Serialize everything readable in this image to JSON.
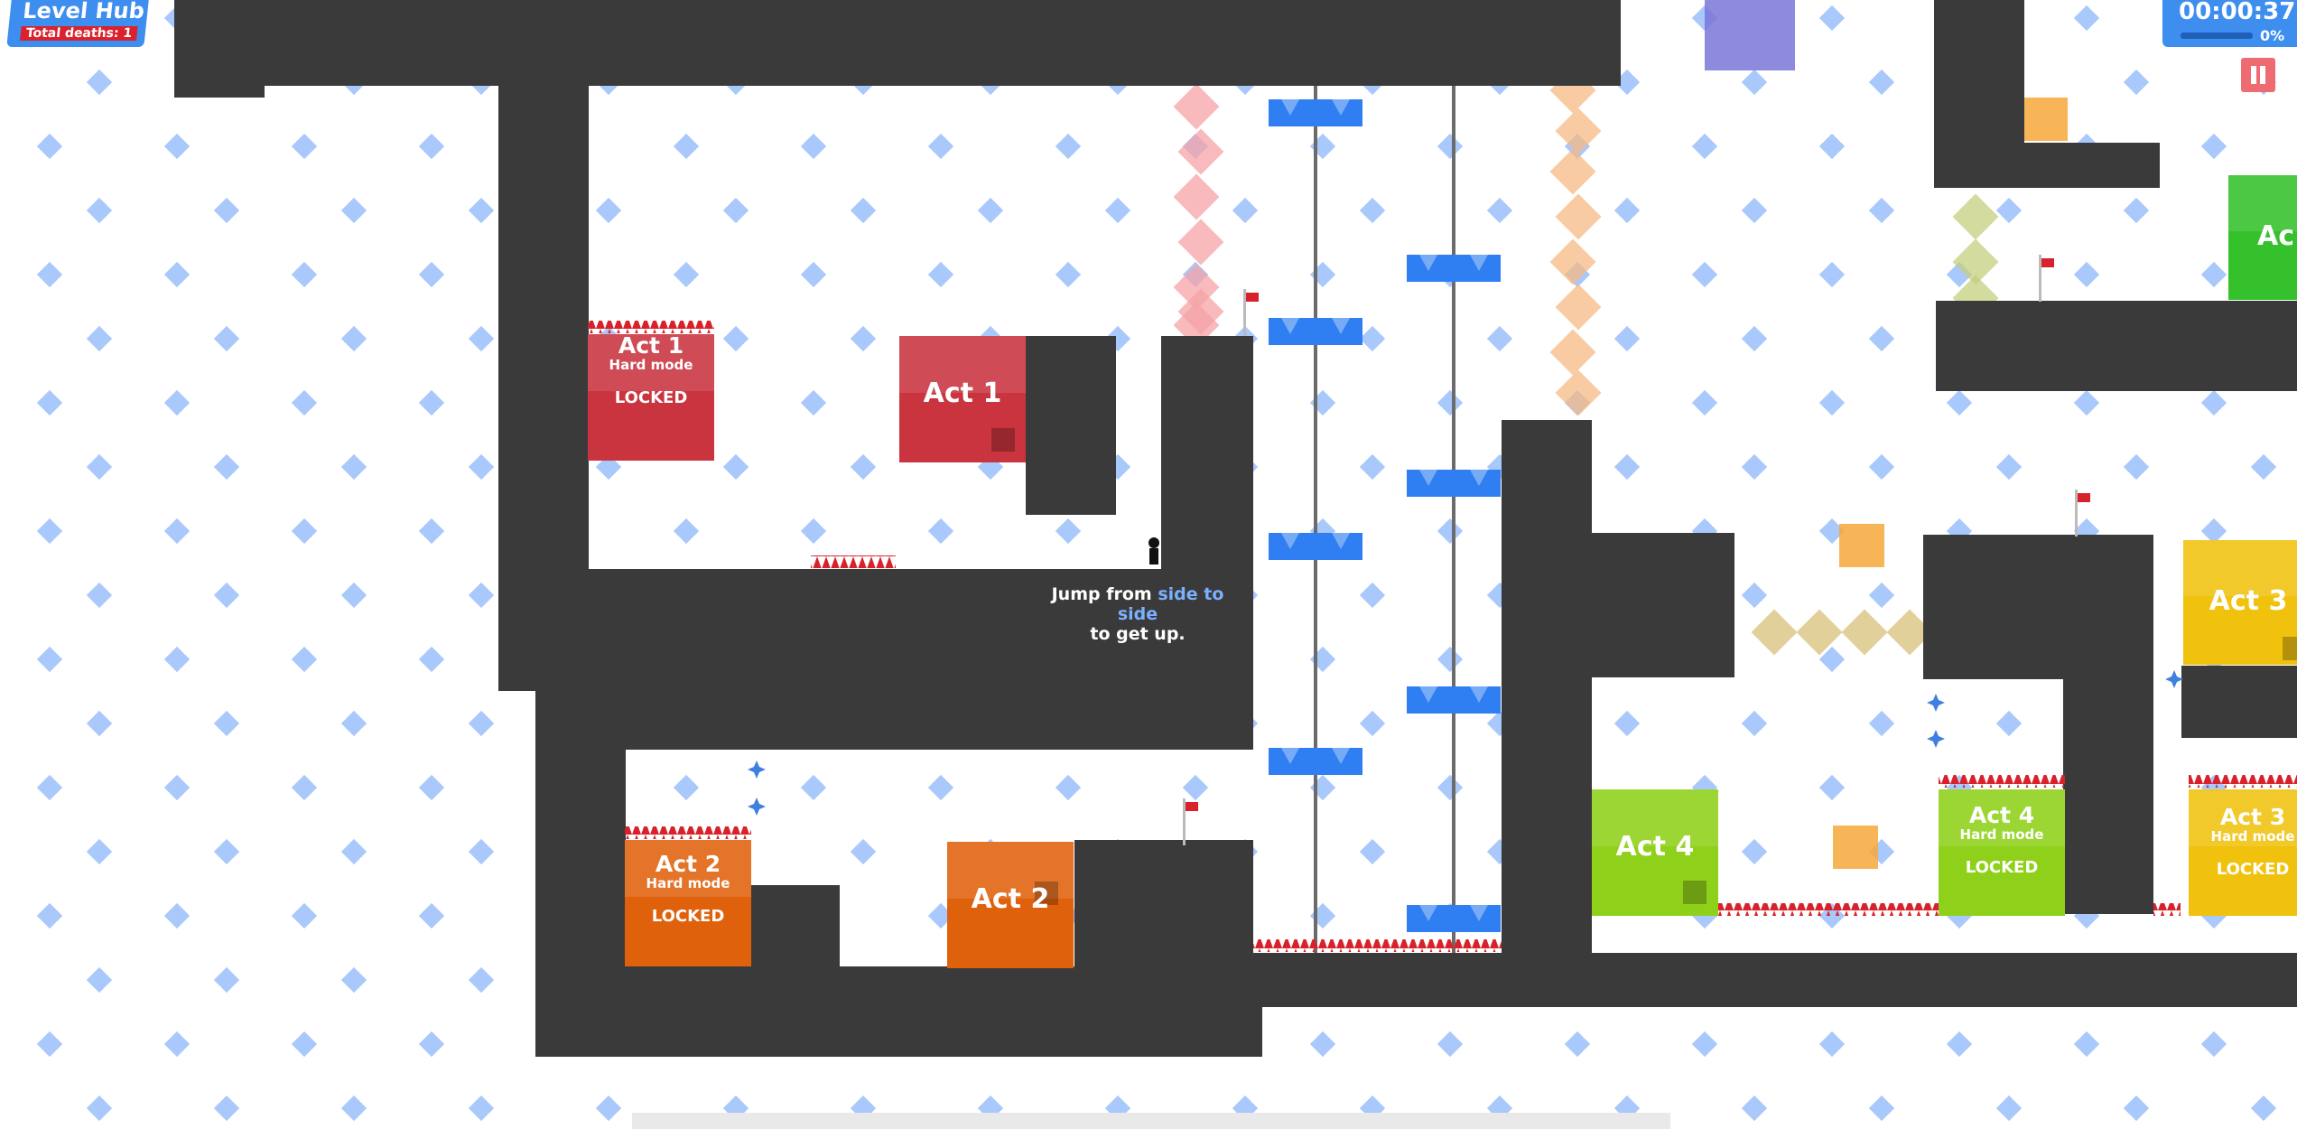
{
  "hud": {
    "title": "Level Hub",
    "deaths": "Total deaths: 1",
    "timer": "00:00:37",
    "progress_label": "0%",
    "progress": 0
  },
  "hint": {
    "before": "Jump from ",
    "highlight": "side to side",
    "after": "to get up."
  },
  "acts": {
    "act1_hard": {
      "title": "Act 1",
      "mode": "Hard mode",
      "status": "LOCKED"
    },
    "act1": {
      "title": "Act 1"
    },
    "act2_hard": {
      "title": "Act 2",
      "mode": "Hard mode",
      "status": "LOCKED"
    },
    "act2": {
      "title": "Act 2"
    },
    "act3": {
      "title": "Act 3"
    },
    "act3_hard": {
      "title": "Act 3",
      "mode": "Hard mode",
      "status": "LOCKED"
    },
    "act4": {
      "title": "Act 4"
    },
    "act4_hard": {
      "title": "Act 4",
      "mode": "Hard mode",
      "status": "LOCKED"
    },
    "act5_partial": {
      "title": "Ac"
    }
  },
  "colors": {
    "wall": "#3a3a3a",
    "background_diamond": "#a9c8fb",
    "act1": "#c9343f",
    "act2": "#e0610c",
    "act3": "#f0c20e",
    "act4": "#8fd11a",
    "act5": "#35c12c",
    "platform": "#2f7ff2",
    "spike": "#d8222b",
    "hud": "#3e8ef0"
  },
  "icons": [
    "pause-icon",
    "checkpoint-flag-icon",
    "spike-icon",
    "shuriken-icon",
    "player-icon"
  ]
}
